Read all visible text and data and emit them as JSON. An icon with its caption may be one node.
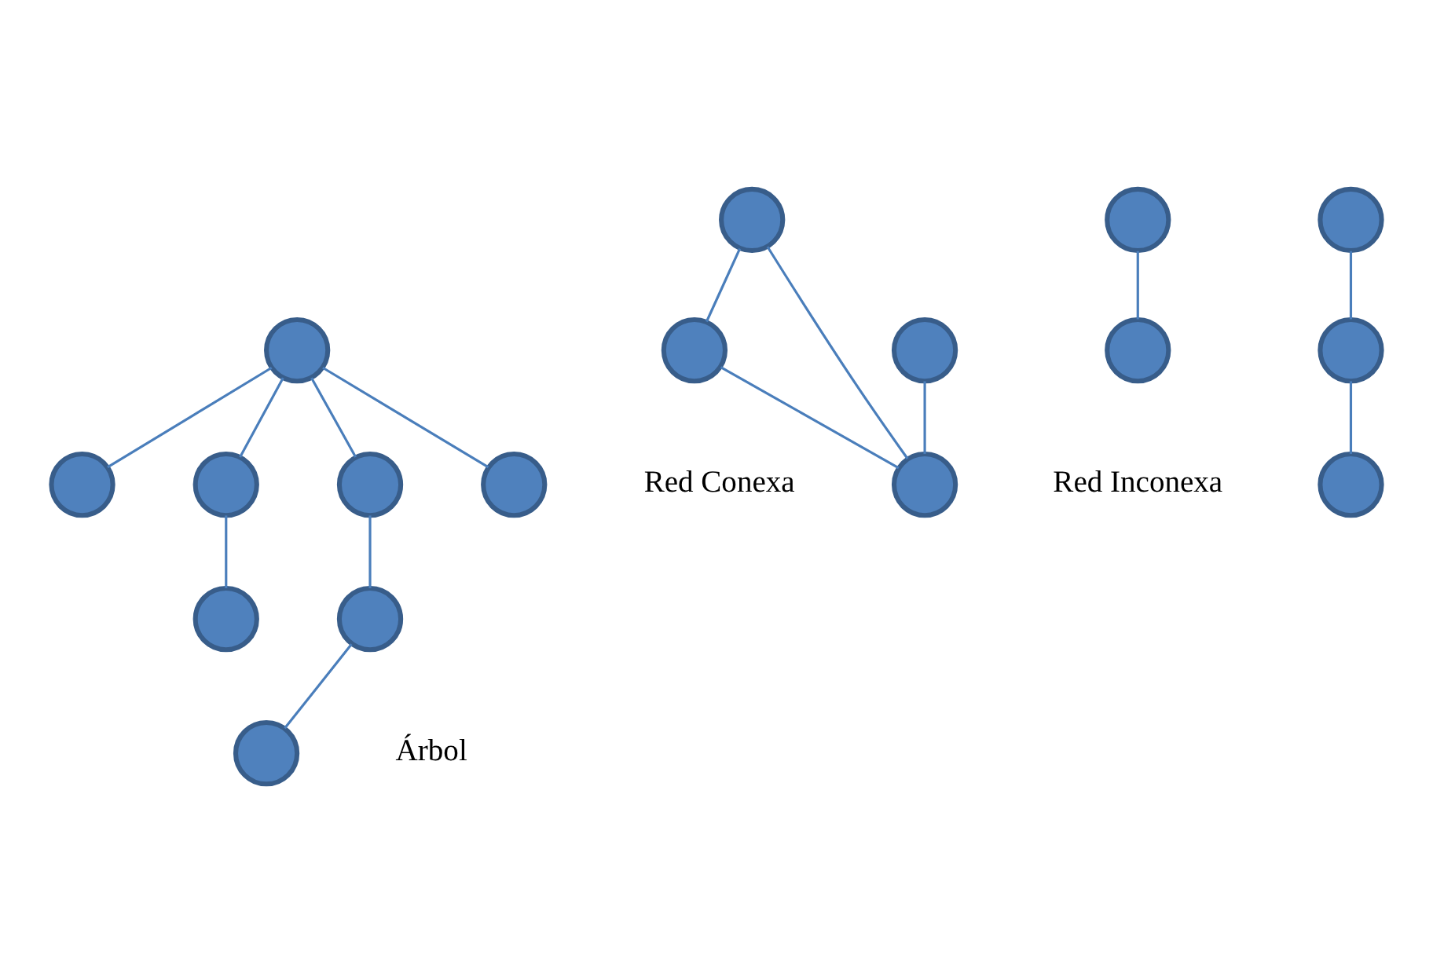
{
  "diagram": {
    "nodes": [
      {
        "text": [],
        "shape": "circle"
      },
      {
        "text": [],
        "shape": "circle"
      },
      {
        "text": [],
        "shape": "circle"
      },
      {
        "text": [],
        "shape": "circle"
      },
      {
        "text": [],
        "shape": "circle"
      },
      {
        "text": [],
        "shape": "circle"
      },
      {
        "text": [],
        "shape": "circle"
      },
      {
        "text": [],
        "shape": "circle"
      },
      {
        "text": [],
        "shape": "circle"
      },
      {
        "text": [],
        "shape": "circle"
      },
      {
        "text": [],
        "shape": "circle"
      },
      {
        "text": [],
        "shape": "circle"
      },
      {
        "text": [],
        "shape": "circle"
      },
      {
        "text": [],
        "shape": "circle"
      },
      {
        "text": [],
        "shape": "circle"
      },
      {
        "text": [],
        "shape": "circle"
      },
      {
        "text": [],
        "shape": "circle"
      }
    ],
    "edges": [
      {
        "from": 0,
        "to": 2,
        "arrow": "none"
      },
      {
        "from": 1,
        "to": 2,
        "arrow": "none"
      },
      {
        "from": 1,
        "to": 3,
        "arrow": "none"
      },
      {
        "from": 3,
        "to": 2,
        "arrow": "none"
      },
      {
        "from": 4,
        "to": 7,
        "arrow": "none"
      },
      {
        "from": 7,
        "to": 5,
        "arrow": "none"
      },
      {
        "from": 6,
        "to": 8,
        "arrow": "none"
      },
      {
        "from": 10,
        "to": 9,
        "arrow": "none"
      },
      {
        "from": 10,
        "to": 12,
        "arrow": "none"
      },
      {
        "from": 10,
        "to": 13,
        "arrow": "none"
      },
      {
        "from": 13,
        "to": 11,
        "arrow": "none"
      },
      {
        "from": 10,
        "to": 15,
        "arrow": "none"
      },
      {
        "from": 15,
        "to": 16,
        "arrow": "none"
      },
      {
        "from": 16,
        "to": 14,
        "arrow": "none"
      }
    ],
    "labels": [
      "Red Conexa",
      "Red Inconexa",
      "Árbol"
    ]
  }
}
